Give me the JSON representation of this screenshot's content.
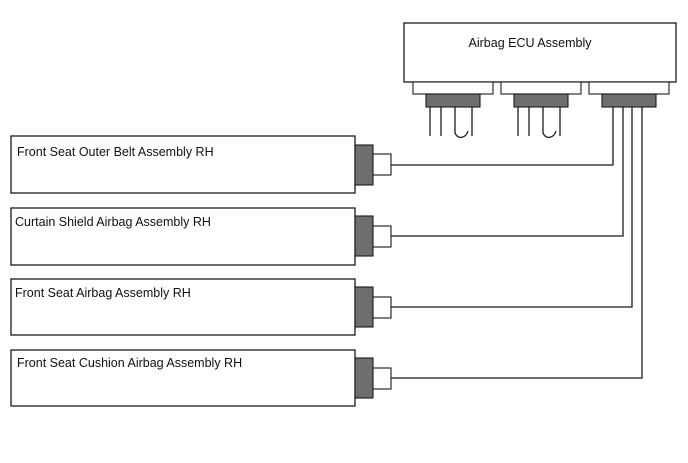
{
  "ecu": {
    "label": "Airbag ECU Assembly"
  },
  "assemblies": [
    {
      "label": "Front Seat Outer Belt Assembly RH"
    },
    {
      "label": "Curtain Shield Airbag Assembly RH"
    },
    {
      "label": "Front Seat Airbag Assembly RH"
    },
    {
      "label": "Front Seat Cushion Airbag Assembly RH"
    }
  ]
}
